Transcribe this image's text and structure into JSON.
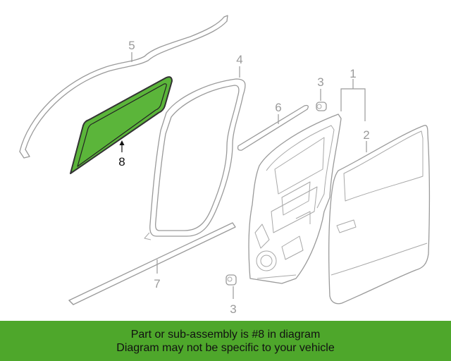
{
  "diagram": {
    "highlight_color": "#5bb53a",
    "highlighted_part": "8",
    "callouts": {
      "p5": "5",
      "p4": "4",
      "p3_top": "3",
      "p1": "1",
      "p6": "6",
      "p2": "2",
      "p8": "8",
      "p7": "7",
      "p3_bottom": "3"
    }
  },
  "footer": {
    "line1": "Part or sub-assembly is #8 in diagram",
    "line2": "Diagram may not be specific to your vehicle",
    "background": "#4ea72b"
  }
}
